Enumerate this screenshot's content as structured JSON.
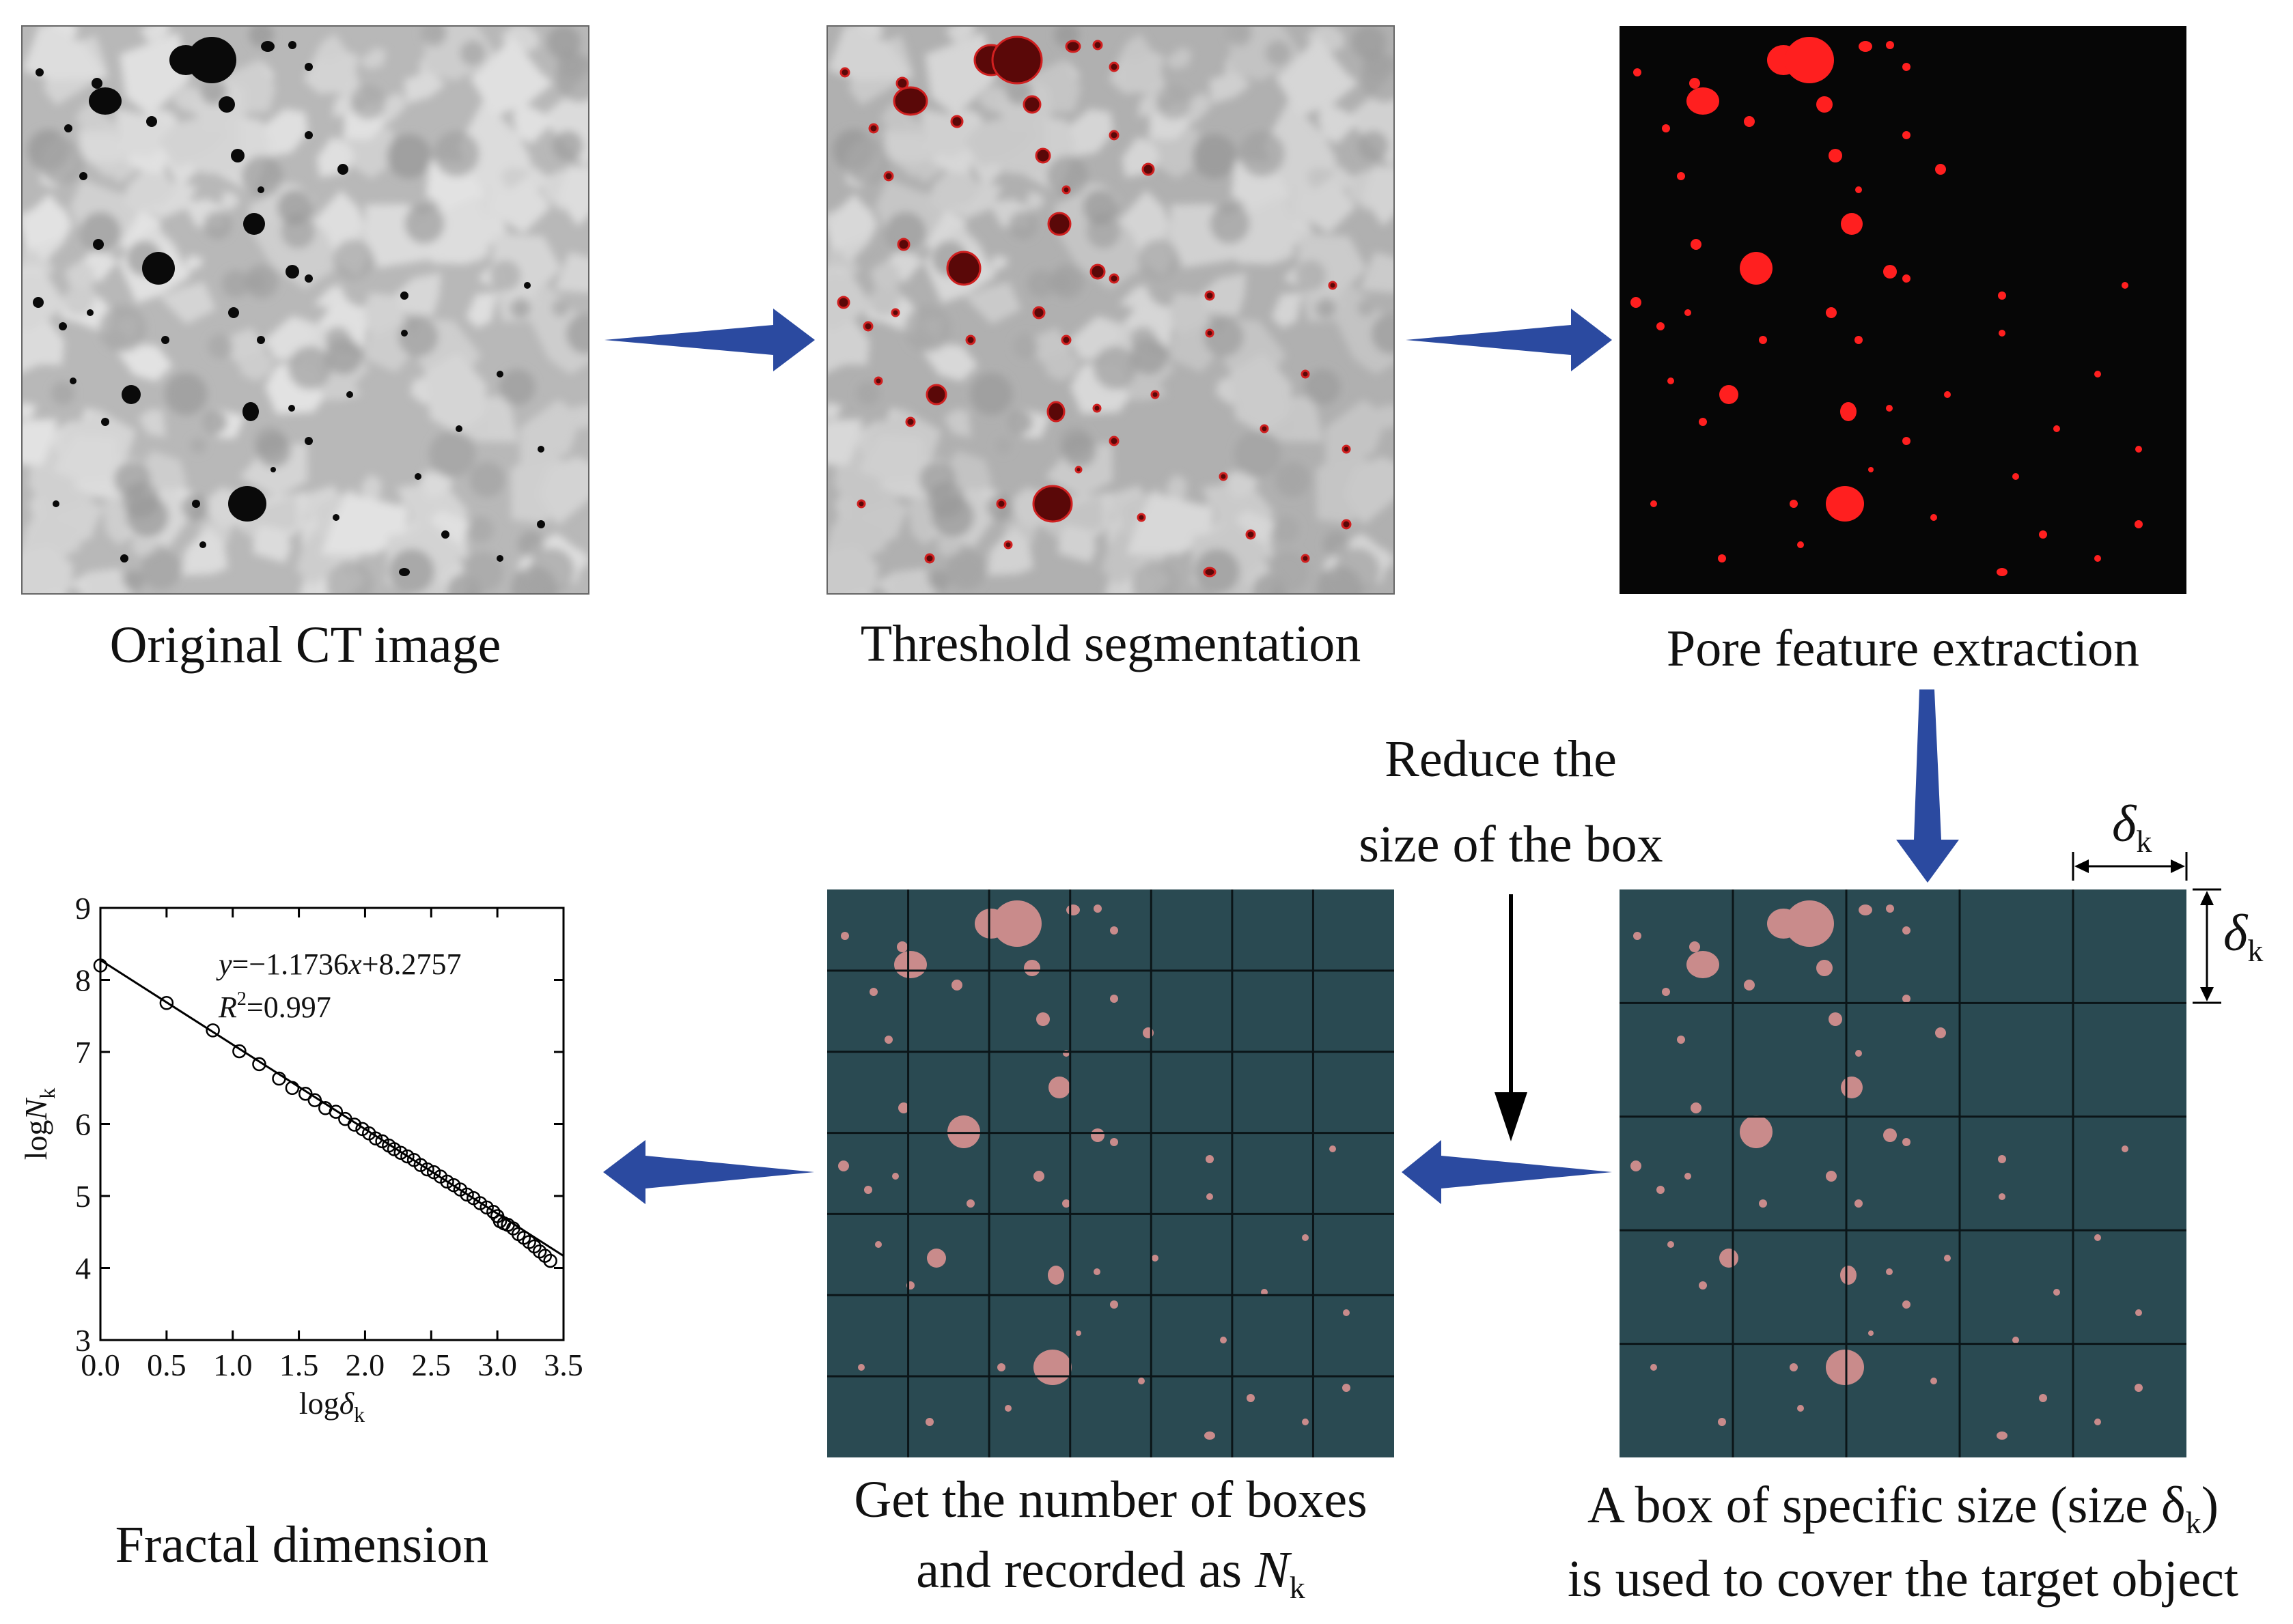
{
  "panels": {
    "ct": {
      "caption": "Original CT image"
    },
    "threshold": {
      "caption": "Threshold segmentation"
    },
    "pore": {
      "caption": "Pore feature extraction"
    },
    "box_cover": {
      "caption_line1": "A box of specific size (size δ",
      "caption_line1_sub": "k",
      "caption_line1_end": ")",
      "caption_line2": "is used to cover the target object",
      "delta_symbol": "δ",
      "delta_sub": "k"
    },
    "box_count": {
      "caption_line1": "Get the number of boxes",
      "caption_line2": "and recorded as ",
      "caption_var": "N",
      "caption_sub": "k"
    },
    "reduce": {
      "line1": "Reduce the",
      "line2": "size of the box"
    },
    "fractal": {
      "caption": "Fractal dimension"
    }
  },
  "colors": {
    "arrow_blue": "#2b4aa0",
    "pore_red": "#ff1f1f",
    "grid_bg": "#2a4a52",
    "grid_pore": "#c98b8b"
  },
  "chart_data": {
    "type": "scatter",
    "title": "",
    "xlabel": "logδ",
    "xlabel_sub": "k",
    "ylabel": "logN",
    "ylabel_sub": "k",
    "xlim": [
      0.0,
      3.5
    ],
    "ylim": [
      3,
      9
    ],
    "x_ticks": [
      "0.0",
      "0.5",
      "1.0",
      "1.5",
      "2.0",
      "2.5",
      "3.0",
      "3.5"
    ],
    "y_ticks": [
      "3",
      "4",
      "5",
      "6",
      "7",
      "8",
      "9"
    ],
    "equation_var": "y",
    "equation_rest": "=−1.1736",
    "equation_x": "x",
    "equation_end": "+8.2757",
    "r2_label": "R",
    "r2_sup": "2",
    "r2_value": "=0.997",
    "fit": {
      "slope": -1.1736,
      "intercept": 8.2757
    },
    "points": [
      [
        0.0,
        8.2
      ],
      [
        0.5,
        7.68
      ],
      [
        0.85,
        7.3
      ],
      [
        1.05,
        7.01
      ],
      [
        1.2,
        6.83
      ],
      [
        1.35,
        6.63
      ],
      [
        1.45,
        6.5
      ],
      [
        1.55,
        6.42
      ],
      [
        1.62,
        6.33
      ],
      [
        1.7,
        6.22
      ],
      [
        1.78,
        6.17
      ],
      [
        1.85,
        6.07
      ],
      [
        1.92,
        5.99
      ],
      [
        1.98,
        5.93
      ],
      [
        2.03,
        5.87
      ],
      [
        2.08,
        5.8
      ],
      [
        2.13,
        5.76
      ],
      [
        2.18,
        5.7
      ],
      [
        2.22,
        5.65
      ],
      [
        2.27,
        5.6
      ],
      [
        2.32,
        5.55
      ],
      [
        2.37,
        5.5
      ],
      [
        2.42,
        5.43
      ],
      [
        2.47,
        5.37
      ],
      [
        2.52,
        5.33
      ],
      [
        2.57,
        5.27
      ],
      [
        2.62,
        5.2
      ],
      [
        2.67,
        5.15
      ],
      [
        2.72,
        5.09
      ],
      [
        2.77,
        5.02
      ],
      [
        2.82,
        4.97
      ],
      [
        2.87,
        4.9
      ],
      [
        2.92,
        4.84
      ],
      [
        2.97,
        4.78
      ],
      [
        3.0,
        4.72
      ],
      [
        3.02,
        4.65
      ],
      [
        3.05,
        4.62
      ],
      [
        3.08,
        4.6
      ],
      [
        3.12,
        4.55
      ],
      [
        3.16,
        4.47
      ],
      [
        3.2,
        4.42
      ],
      [
        3.24,
        4.36
      ],
      [
        3.28,
        4.3
      ],
      [
        3.32,
        4.23
      ],
      [
        3.36,
        4.17
      ],
      [
        3.4,
        4.1
      ]
    ]
  }
}
